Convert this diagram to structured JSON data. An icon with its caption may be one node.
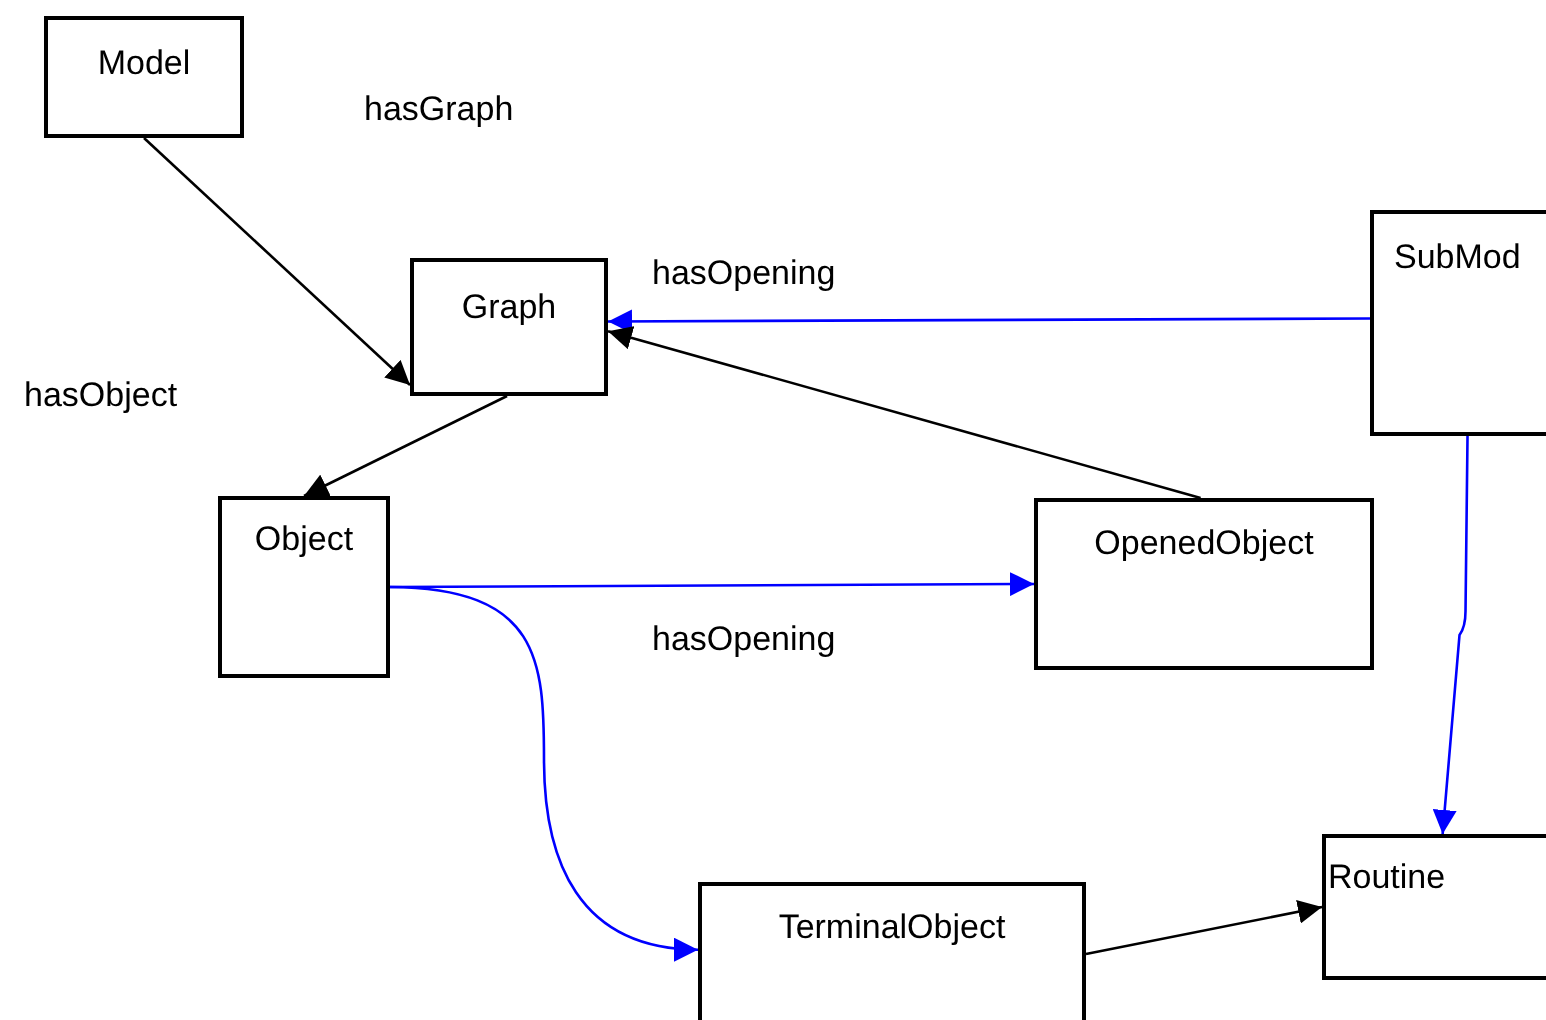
{
  "diagram": {
    "nodes": [
      {
        "text": [
          "Model"
        ]
      },
      {
        "text": [
          "Graph"
        ]
      },
      {
        "text": [
          "Object"
        ]
      },
      {
        "text": [
          "OpenedObject"
        ]
      },
      {
        "text": [
          "SubMod"
        ]
      },
      {
        "text": [
          "TerminalObject"
        ]
      },
      {
        "text": [
          "Routine"
        ]
      }
    ],
    "edges": [
      {
        "from": 0,
        "to": 1,
        "arrow": "to",
        "label": "hasGraph"
      },
      {
        "from": 1,
        "to": 2,
        "arrow": "to",
        "label": "hasObject"
      },
      {
        "from": 4,
        "to": 1,
        "arrow": "to",
        "label": "hasOpening",
        "color": "#0000ff"
      },
      {
        "from": 3,
        "to": 1,
        "arrow": "to"
      },
      {
        "from": 2,
        "to": 3,
        "arrow": "to",
        "label": "hasOpening",
        "color": "#0000ff"
      },
      {
        "from": 2,
        "to": 5,
        "arrow": "to",
        "color": "#0000ff"
      },
      {
        "from": 4,
        "to": 6,
        "arrow": "to",
        "color": "#0000ff"
      },
      {
        "from": 5,
        "to": 6,
        "arrow": "to"
      }
    ]
  }
}
